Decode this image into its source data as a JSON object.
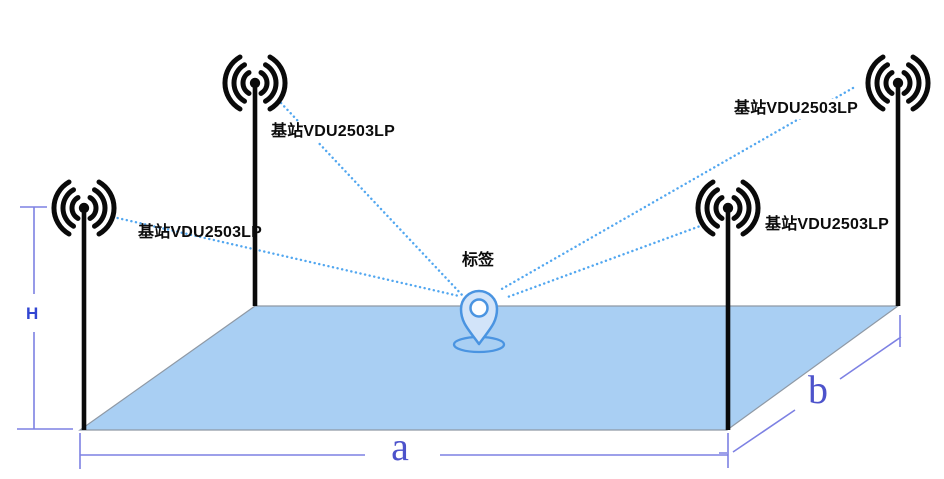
{
  "stations": [
    {
      "position": "front-left",
      "label": "基站VDU2503LP"
    },
    {
      "position": "back-left",
      "label": "基站VDU2503LP"
    },
    {
      "position": "front-right",
      "label": "基站VDU2503LP"
    },
    {
      "position": "back-right",
      "label": "基站VDU2503LP"
    }
  ],
  "tag": {
    "label": "标签"
  },
  "dimensions": {
    "height_label": "H",
    "length_label": "a",
    "width_label": "b"
  },
  "colors": {
    "floor_fill": "#a9cff3",
    "floor_edge": "#8f99a5",
    "dotted_link": "#52a7f0",
    "dimension_line": "#7d81e3",
    "height_text": "#3246d2",
    "length_width_text": "#4d53cb",
    "pin_stroke": "#4a94e1",
    "pin_fill": "#d2e4f9",
    "station_ink": "#0a0a0a"
  }
}
